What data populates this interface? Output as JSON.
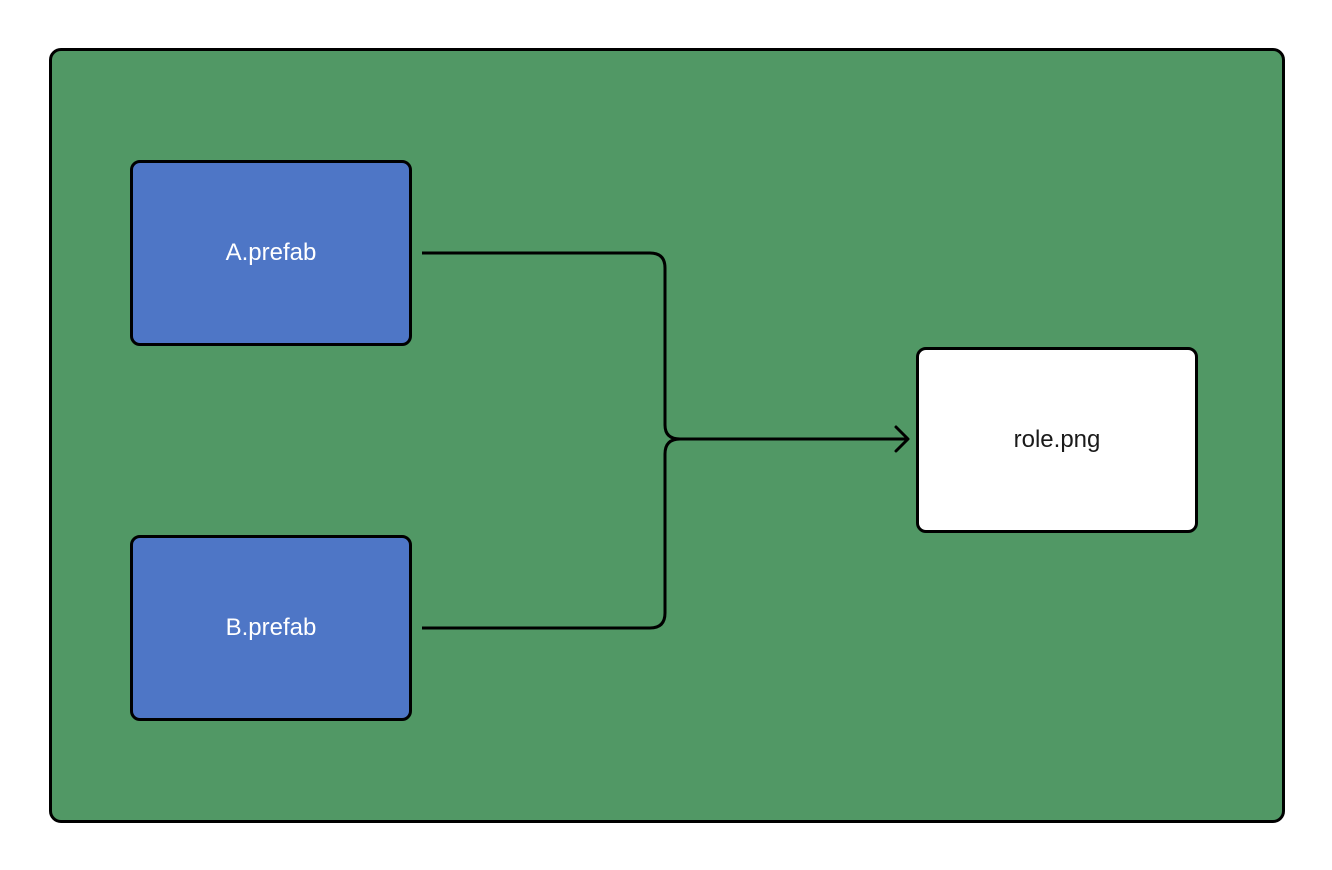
{
  "diagram": {
    "colors": {
      "container_fill": "#519865",
      "source_fill": "#4e76c6",
      "target_fill": "#ffffff",
      "stroke": "#000000"
    },
    "nodes": [
      {
        "id": "a",
        "label": "A.prefab"
      },
      {
        "id": "b",
        "label": "B.prefab"
      },
      {
        "id": "role",
        "label": "role.png"
      }
    ],
    "edges": [
      {
        "from": "a",
        "to": "role"
      },
      {
        "from": "b",
        "to": "role"
      }
    ]
  }
}
